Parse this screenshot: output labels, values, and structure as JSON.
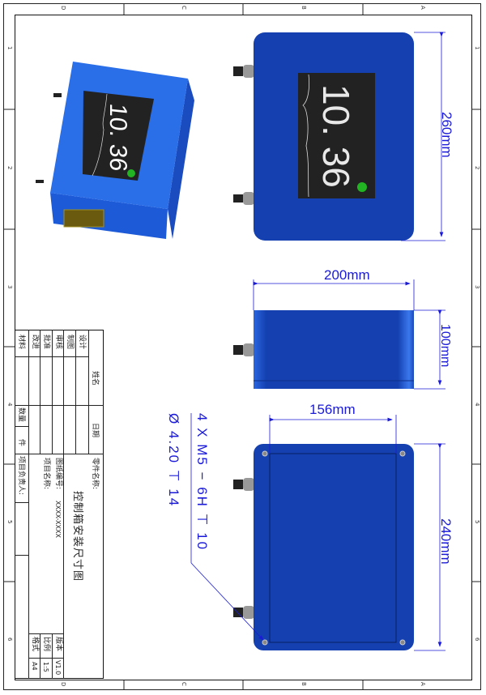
{
  "border": {
    "columns": [
      "D",
      "C",
      "B",
      "A"
    ],
    "rows": [
      "1",
      "2",
      "3",
      "4",
      "5",
      "6"
    ]
  },
  "display": {
    "reading": "10. 36",
    "indicator_color": "#22b422"
  },
  "colors": {
    "housing": "#1440b0",
    "iso_housing": "#2a6ee8",
    "dimension": "#1a1ad8"
  },
  "dimensions": {
    "front_height": "260mm",
    "side_width": "200mm",
    "side_height": "100mm",
    "bottom_hole_spacing_x": "156mm",
    "bottom_hole_spacing_y": "240mm",
    "hole_callout_line1": "4 X M5 − 6H ⊤ 10",
    "hole_callout_line2": "Ø 4.20 ⊤ 14"
  },
  "title_block": {
    "labels": {
      "design": "设计",
      "drafting": "制图",
      "review": "审核",
      "approve": "批准",
      "revise": "改进",
      "material": "材料",
      "name": "姓名",
      "date": "日期",
      "quantity": "数量",
      "unit": "件",
      "part_name": "零件名称:",
      "drawing_no": "图纸编号:",
      "project_name": "项目名称:",
      "project_lead": "项目负责人:",
      "version": "版本",
      "scale": "比例",
      "format": "格式"
    },
    "drawing_no_value": "XXXX-XXXX",
    "title": "控制箱安装尺寸图",
    "version_value": "V1.0",
    "scale_value": "1:5",
    "format_value": "A4"
  }
}
